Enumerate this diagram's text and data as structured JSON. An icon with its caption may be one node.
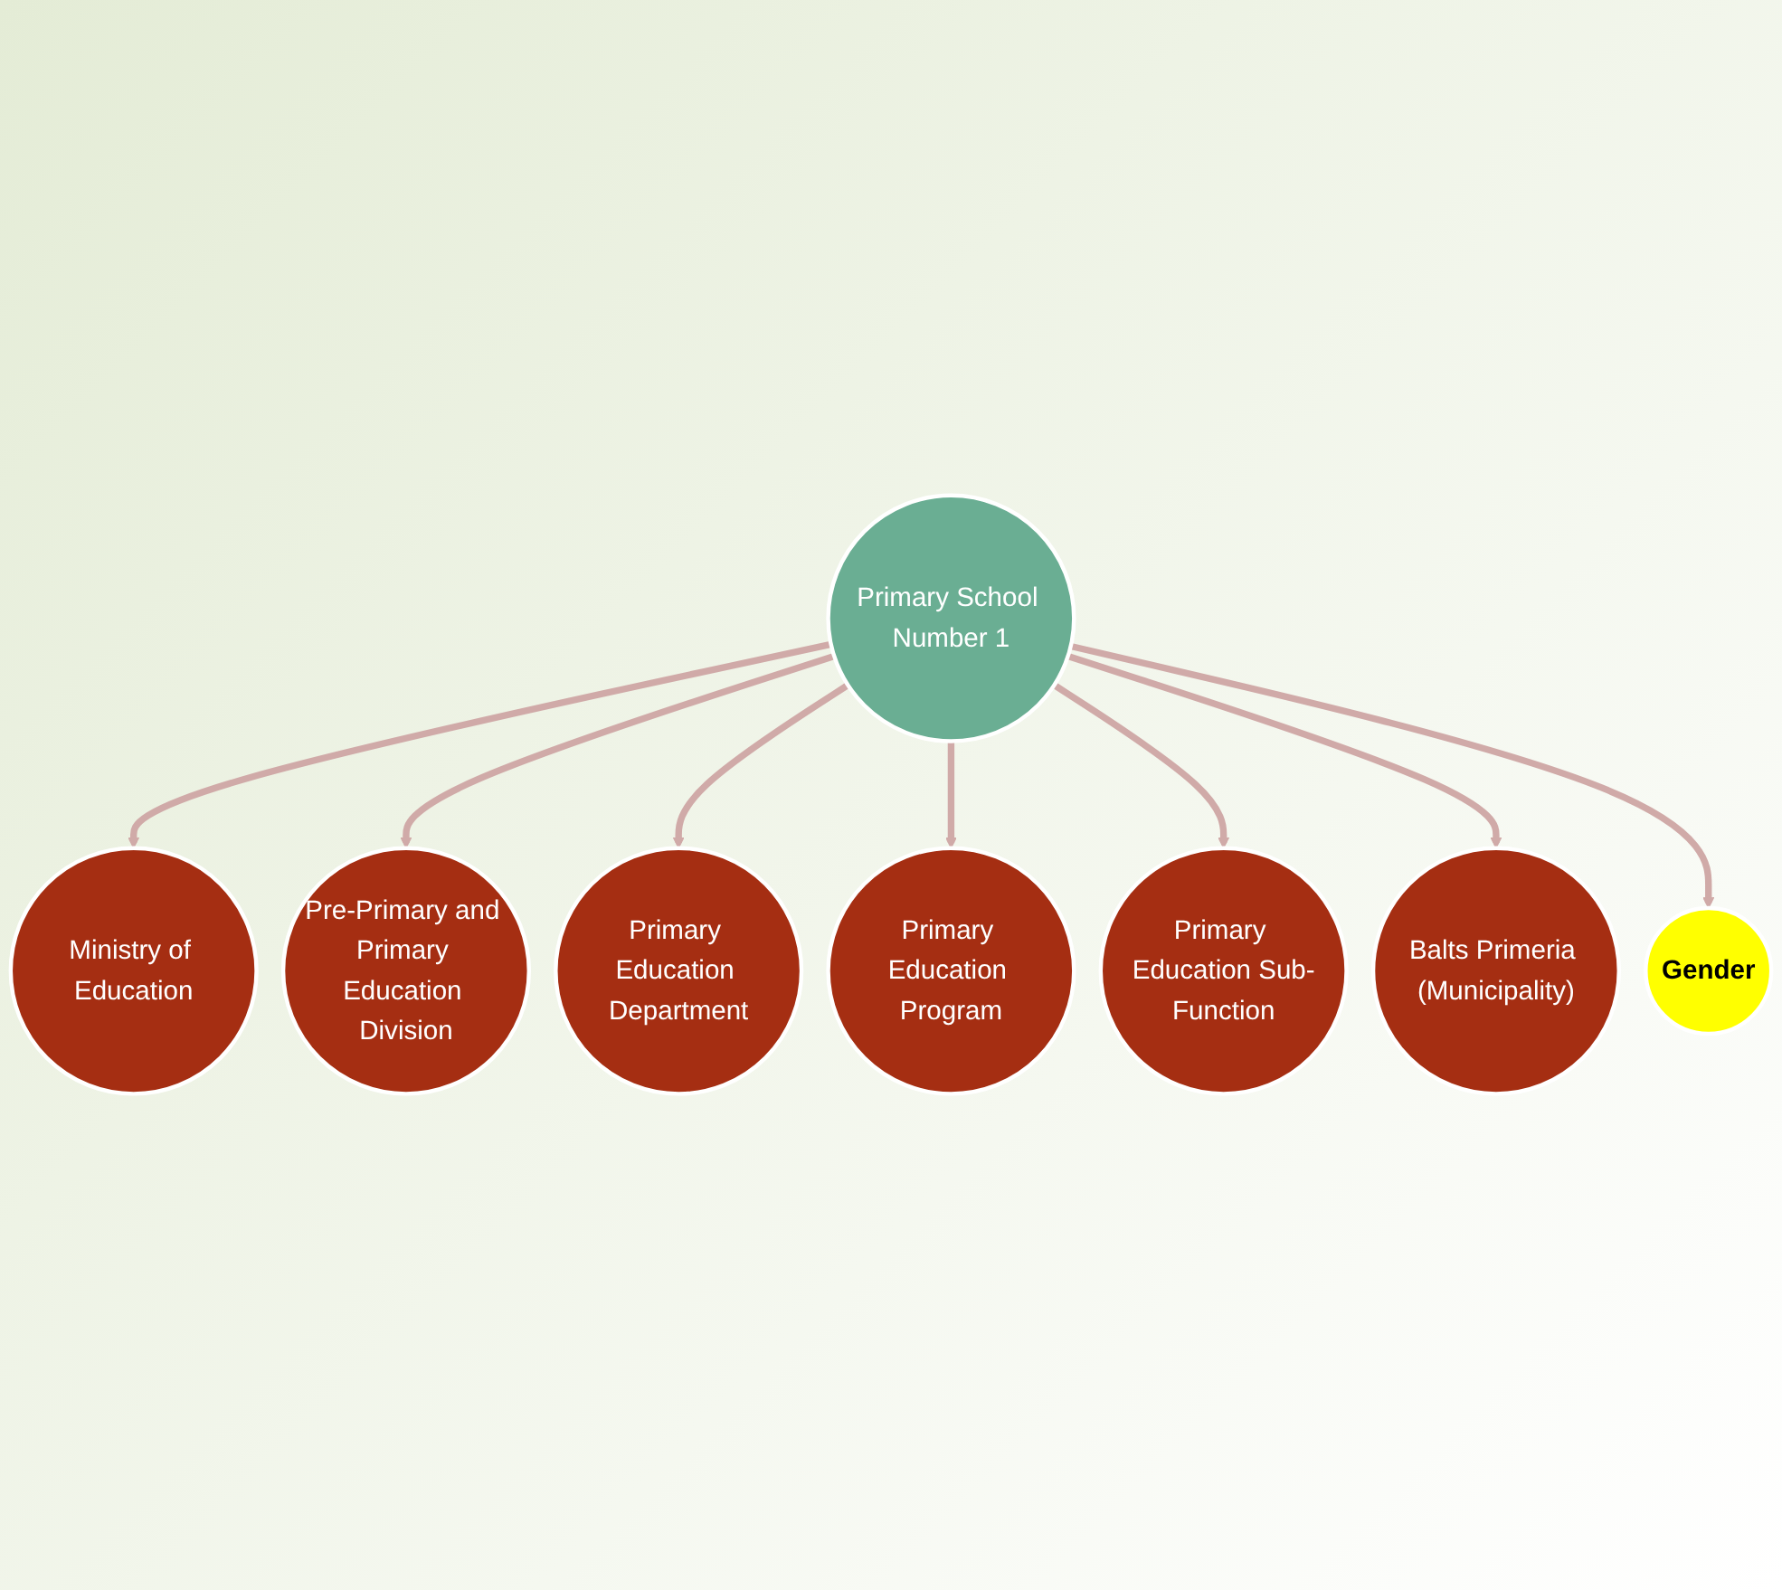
{
  "diagram": {
    "nodes": [
      {
        "text": [
          "Primary School Number 1"
        ]
      },
      {
        "text": [
          "Ministry of Education"
        ]
      },
      {
        "text": [
          "Pre-Primary and Primary Education Division"
        ]
      },
      {
        "text": [
          "Primary Education Department"
        ]
      },
      {
        "text": [
          "Primary Education Program"
        ]
      },
      {
        "text": [
          "Primary Education Sub-Function"
        ]
      },
      {
        "text": [
          "Balts Primeria (Municipality)"
        ]
      },
      {
        "text": [
          "Gender"
        ]
      }
    ],
    "edges": [
      {
        "from": 0,
        "to": 1,
        "arrow": "to"
      },
      {
        "from": 0,
        "to": 2,
        "arrow": "to"
      },
      {
        "from": 0,
        "to": 3,
        "arrow": "to"
      },
      {
        "from": 0,
        "to": 4,
        "arrow": "to"
      },
      {
        "from": 0,
        "to": 5,
        "arrow": "to"
      },
      {
        "from": 0,
        "to": 6,
        "arrow": "to"
      },
      {
        "from": 0,
        "to": 7,
        "arrow": "to"
      }
    ]
  }
}
